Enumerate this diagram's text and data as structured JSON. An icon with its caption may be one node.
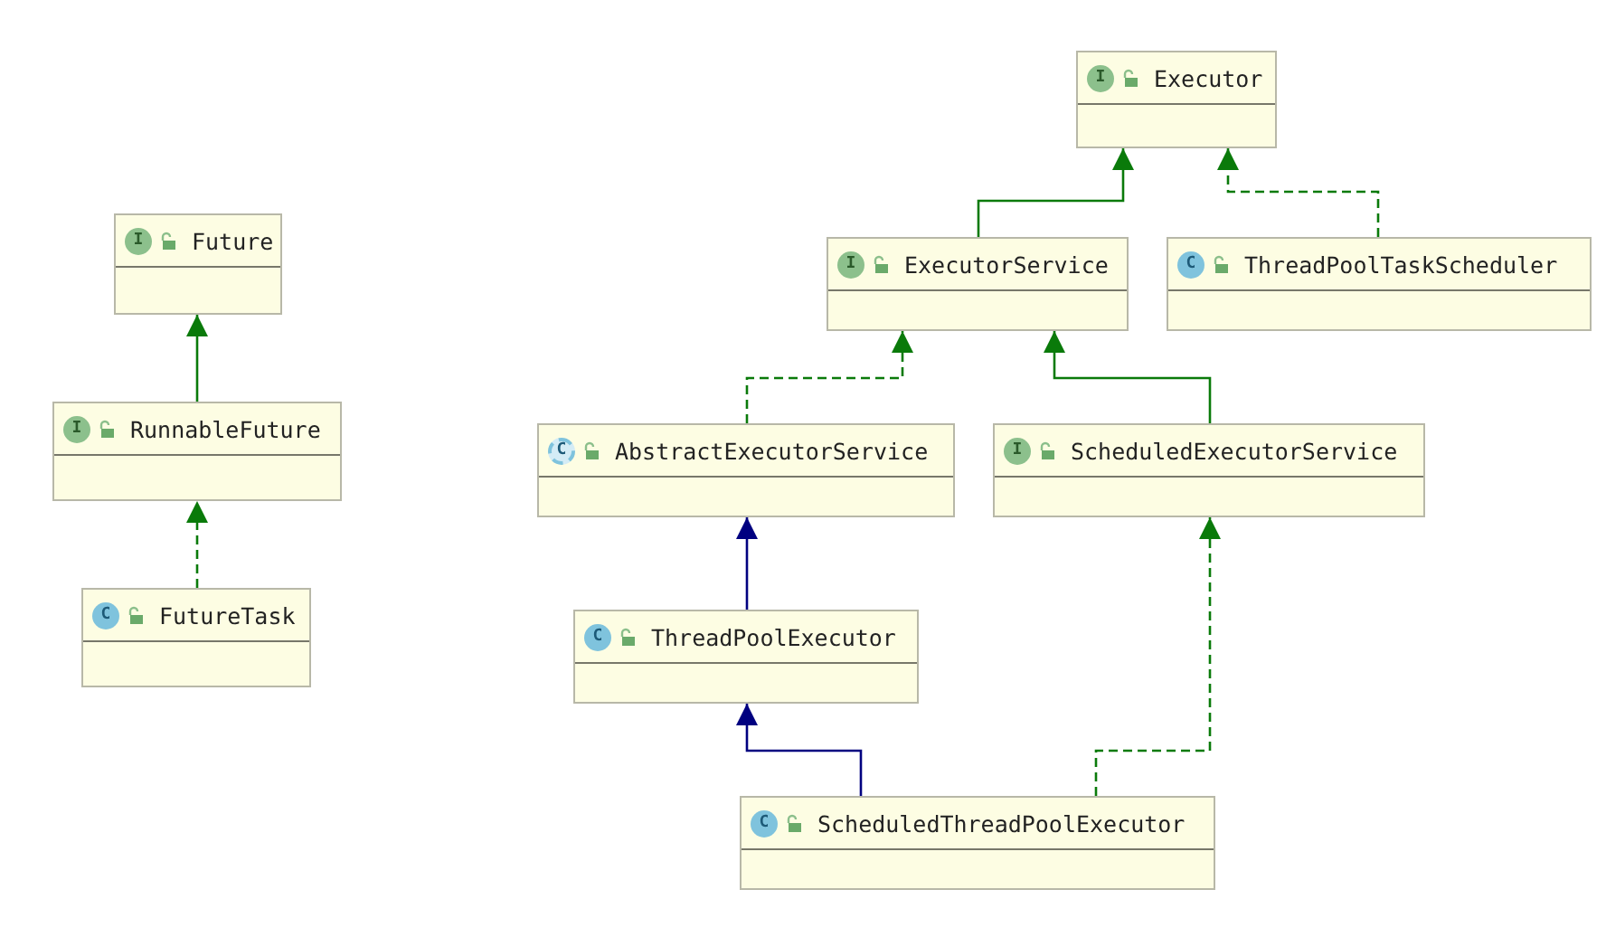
{
  "diagram": {
    "nodes": [
      {
        "text": [
          "I",
          "Future"
        ]
      },
      {
        "text": [
          "I",
          "RunnableFuture"
        ]
      },
      {
        "text": [
          "C",
          "FutureTask"
        ]
      },
      {
        "text": [
          "I",
          "Executor"
        ]
      },
      {
        "text": [
          "I",
          "ExecutorService"
        ]
      },
      {
        "text": [
          "C",
          "ThreadPoolTaskScheduler"
        ]
      },
      {
        "text": [
          "C",
          "AbstractExecutorService"
        ]
      },
      {
        "text": [
          "I",
          "ScheduledExecutorService"
        ]
      },
      {
        "text": [
          "C",
          "ThreadPoolExecutor"
        ]
      },
      {
        "text": [
          "C",
          "ScheduledThreadPoolExecutor"
        ]
      }
    ],
    "edges": [
      {
        "from": 1,
        "to": 0,
        "arrow": "to"
      },
      {
        "from": 2,
        "to": 1,
        "arrow": "to",
        "style": "dashed"
      },
      {
        "from": 4,
        "to": 3,
        "arrow": "to"
      },
      {
        "from": 5,
        "to": 3,
        "arrow": "to",
        "style": "dashed"
      },
      {
        "from": 6,
        "to": 4,
        "arrow": "to",
        "style": "dashed"
      },
      {
        "from": 7,
        "to": 4,
        "arrow": "to"
      },
      {
        "from": 8,
        "to": 6,
        "arrow": "to",
        "color": "#000080"
      },
      {
        "from": 9,
        "to": 8,
        "arrow": "to",
        "color": "#000080"
      },
      {
        "from": 9,
        "to": 7,
        "arrow": "to",
        "style": "dashed"
      }
    ]
  }
}
